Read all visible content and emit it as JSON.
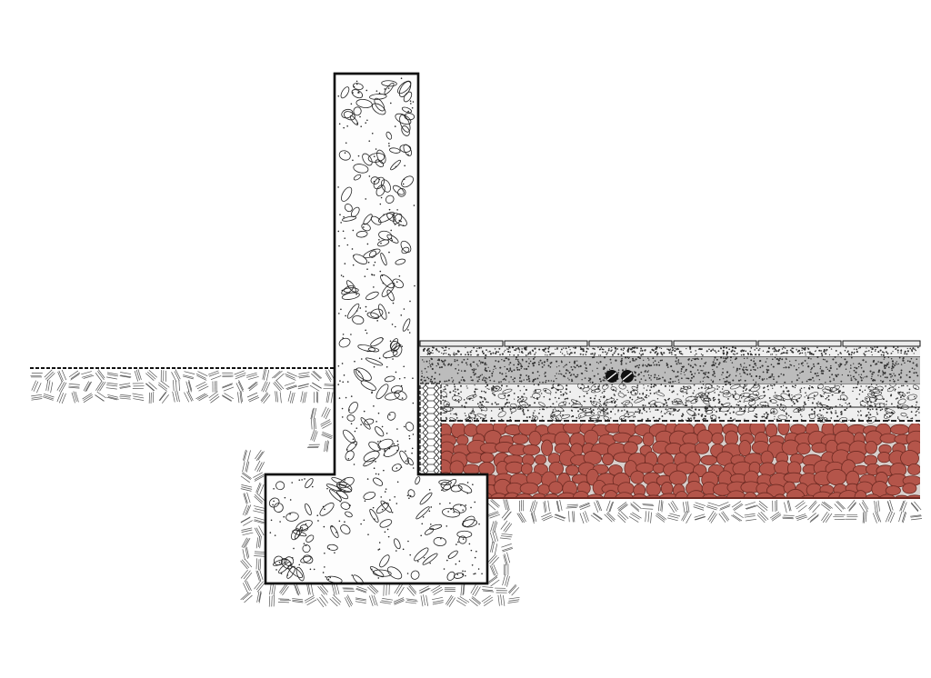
{
  "diagram": {
    "colors": {
      "background": "#ffffff",
      "outline": "#111111",
      "concrete": "#fdfdfd",
      "soil_hatch": "#555555",
      "gravel_fill": "#b4554a",
      "gravel_stroke": "#6e2a22",
      "gravel_bg": "#d8d0cd",
      "screed": "#bcbcbc",
      "sand": "#efefef",
      "insulation": "#ffffff",
      "tile": "#ececec"
    },
    "components": [
      {
        "key": "ground_left",
        "icon": "soil-hatch"
      },
      {
        "key": "soil_around_footing",
        "icon": "soil-hatch"
      },
      {
        "key": "soil_under_slab",
        "icon": "soil-hatch"
      },
      {
        "key": "foundation_wall",
        "icon": "concrete-aggregate"
      },
      {
        "key": "footing",
        "icon": "concrete-aggregate"
      },
      {
        "key": "edge_insulation",
        "icon": "hexagon-mesh"
      },
      {
        "key": "gravel_bed",
        "icon": "rounded-stones"
      },
      {
        "key": "sand_layer",
        "icon": "speckled-fill"
      },
      {
        "key": "screed_layer",
        "icon": "speckled-fill"
      },
      {
        "key": "bedding_layer",
        "icon": "speckled-fill"
      },
      {
        "key": "floor_tiles",
        "icon": "tile-strip"
      },
      {
        "key": "pipes",
        "icon": "pipe-circle"
      }
    ]
  }
}
